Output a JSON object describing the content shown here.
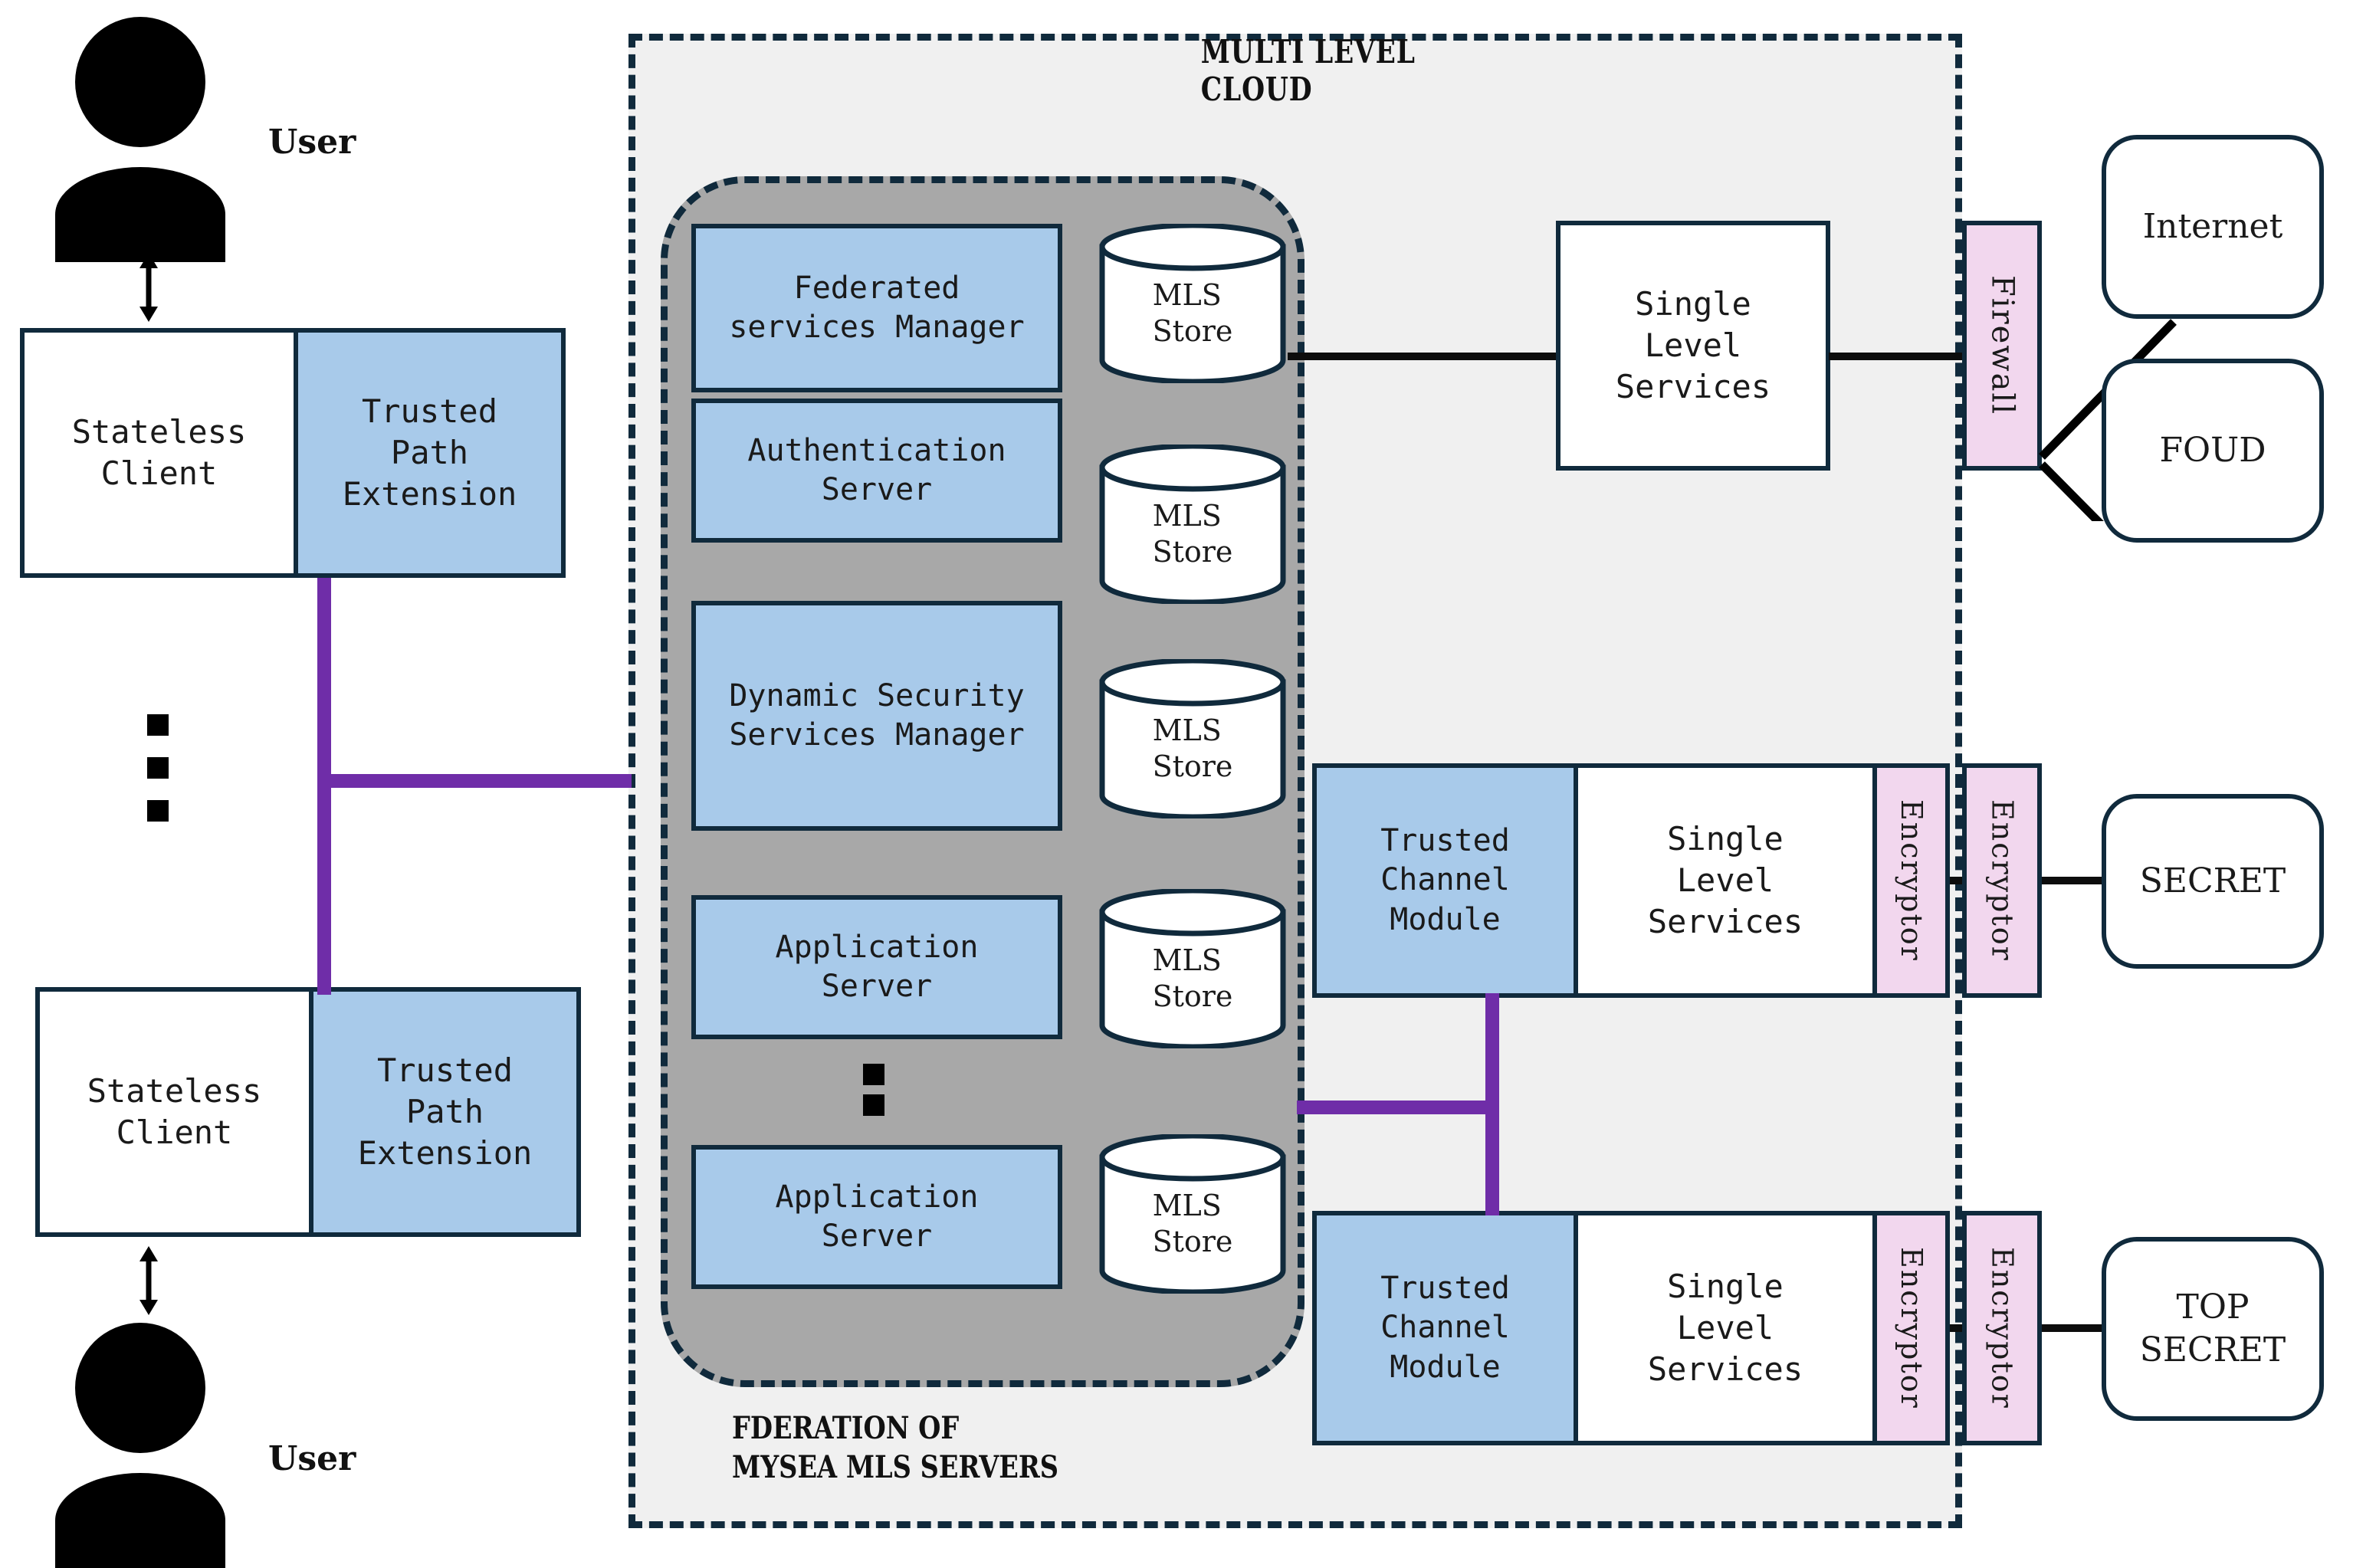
{
  "diagram": {
    "title": "MULTI LEVEL CLOUD",
    "federation_title_line1": "FDERATION OF",
    "federation_title_line2": "MYSEA MLS SERVERS",
    "colors": {
      "blue_fill": "#a8caea",
      "pink_fill": "#f2d7ee",
      "gray_fill": "#a8a8a8",
      "cloud_fill": "#f0f0f0",
      "stroke": "#102a3c",
      "purple_link": "#6f2da8",
      "black_link": "#0d0d0d"
    }
  },
  "clients": {
    "top": {
      "user_label": "User",
      "stateless_label": "Stateless\nClient",
      "tpe_label": "Trusted\nPath\nExtension"
    },
    "bottom": {
      "user_label": "User",
      "stateless_label": "Stateless\nClient",
      "tpe_label": "Trusted\nPath\nExtension"
    }
  },
  "federation": {
    "servers": [
      {
        "label": "Federated\nservices Manager",
        "store": "MLS\nStore"
      },
      {
        "label": "Authentication\nServer",
        "store": "MLS\nStore"
      },
      {
        "label": "Dynamic Security\nServices Manager",
        "store": "MLS\nStore"
      },
      {
        "label": "Application\nServer",
        "store": "MLS\nStore"
      },
      {
        "label": "Application\nServer",
        "store": "MLS\nStore"
      }
    ]
  },
  "right": {
    "unclassified": {
      "single_level_services": "Single\nLevel\nServices",
      "firewall": "Firewall",
      "internet": "Internet",
      "foud": "FOUD"
    },
    "secret": {
      "trusted_channel_module": "Trusted\nChannel\nModule",
      "single_level_services": "Single\nLevel\nServices",
      "encryptor_inner": "Encryptor",
      "encryptor_outer": "Encryptor",
      "network": "SECRET"
    },
    "top_secret": {
      "trusted_channel_module": "Trusted\nChannel\nModule",
      "single_level_services": "Single\nLevel\nServices",
      "encryptor_inner": "Encryptor",
      "encryptor_outer": "Encryptor",
      "network": "TOP\nSECRET"
    }
  }
}
